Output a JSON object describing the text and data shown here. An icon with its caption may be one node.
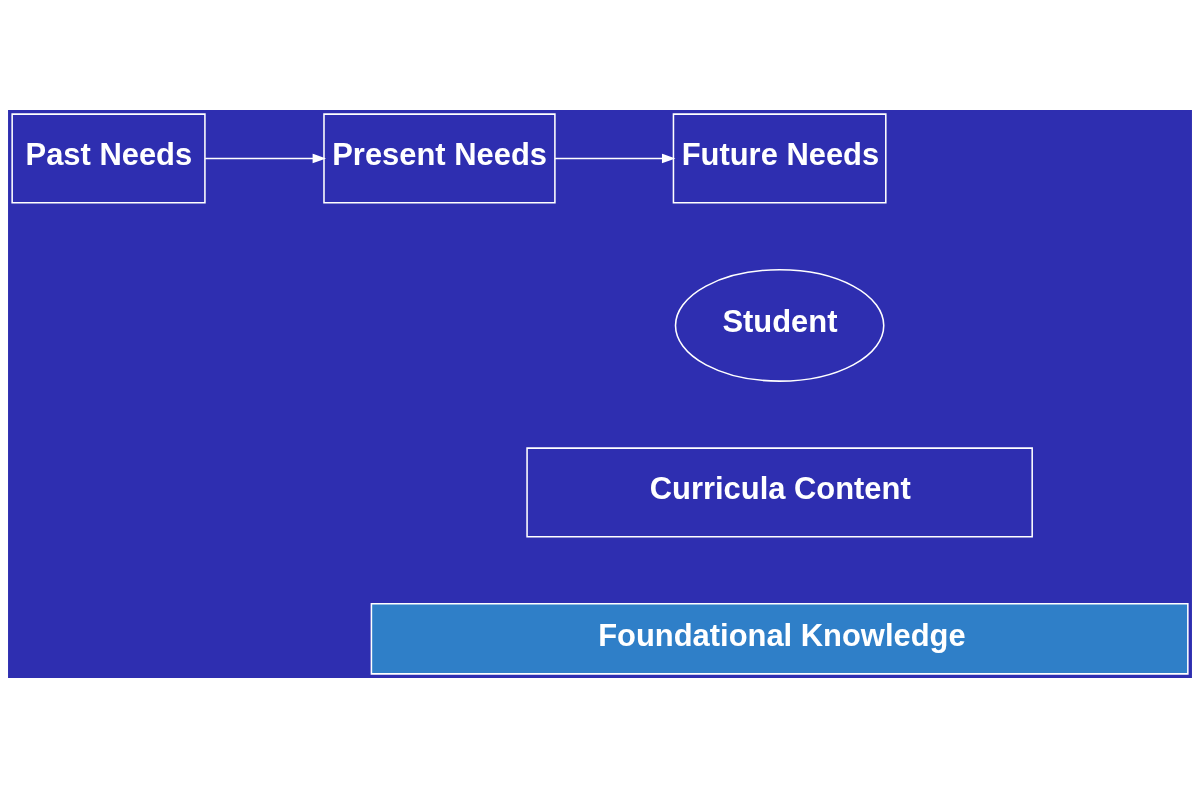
{
  "diagram": {
    "nodes": [
      {
        "text": [
          "Past Needs"
        ]
      },
      {
        "text": [
          "Present Needs"
        ]
      },
      {
        "text": [
          "Future Needs"
        ]
      },
      {
        "text": [
          "Student"
        ]
      },
      {
        "text": [
          "Curricula Content"
        ]
      },
      {
        "text": [
          "Foundational Knowledge"
        ]
      }
    ],
    "edges": [
      {
        "from": 0,
        "to": 1,
        "arrow": "to"
      },
      {
        "from": 1,
        "to": 2,
        "arrow": "to"
      }
    ]
  }
}
